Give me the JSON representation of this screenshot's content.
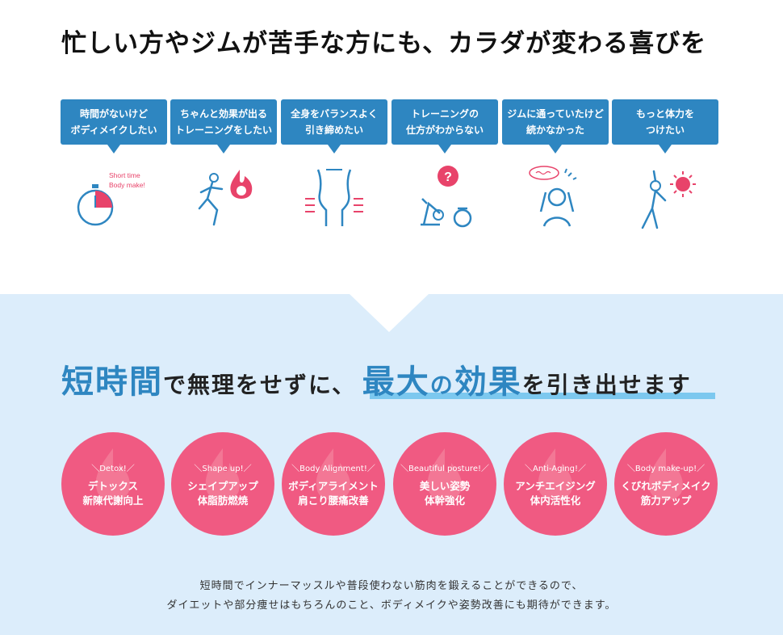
{
  "headline": "忙しい方やジムが苦手な方にも、カラダが変わる喜びを",
  "bubbles": [
    {
      "line1": "時間がないけど",
      "line2": "ボディメイクしたい"
    },
    {
      "line1": "ちゃんと効果が出る",
      "line2": "トレーニングをしたい"
    },
    {
      "line1": "全身をバランスよく",
      "line2": "引き締めたい"
    },
    {
      "line1": "トレーニングの",
      "line2": "仕方がわからない"
    },
    {
      "line1": "ジムに通っていたけど",
      "line2": "続かなかった"
    },
    {
      "line1": "もっと体力を",
      "line2": "つけたい"
    }
  ],
  "illustrations": {
    "stopwatch_caption1": "Short time",
    "stopwatch_caption2": "Body make!",
    "question_mark": "?"
  },
  "tagline": {
    "part1": "短時間",
    "part2": "で無理をせずに、",
    "part3": "最大",
    "part4": "の",
    "part5": "効果",
    "part6": "を引き出せます"
  },
  "benefits": [
    {
      "en": "＼Detox!／",
      "line1": "デトックス",
      "line2": "新陳代謝向上"
    },
    {
      "en": "＼Shape up!／",
      "line1": "シェイプアップ",
      "line2": "体脂肪燃焼"
    },
    {
      "en": "＼Body Alignment!／",
      "line1": "ボディアライメント",
      "line2": "肩こり腰痛改善"
    },
    {
      "en": "＼Beautiful posture!／",
      "line1": "美しい姿勢",
      "line2": "体幹強化"
    },
    {
      "en": "＼Anti-Aging!／",
      "line1": "アンチエイジング",
      "line2": "体内活性化"
    },
    {
      "en": "＼Body make-up!／",
      "line1": "くびれボディメイク",
      "line2": "筋力アップ"
    }
  ],
  "description": {
    "line1": "短時間でインナーマッスルや普段使わない筋肉を鍛えることができるので、",
    "line2": "ダイエットや部分痩せはもちろんのこと、ボディメイクや姿勢改善にも期待ができます。"
  },
  "colors": {
    "accent_blue": "#2e86c1",
    "pink": "#f05a82",
    "light_blue_bg": "#dcedfb",
    "underline": "#7cc8ef"
  }
}
